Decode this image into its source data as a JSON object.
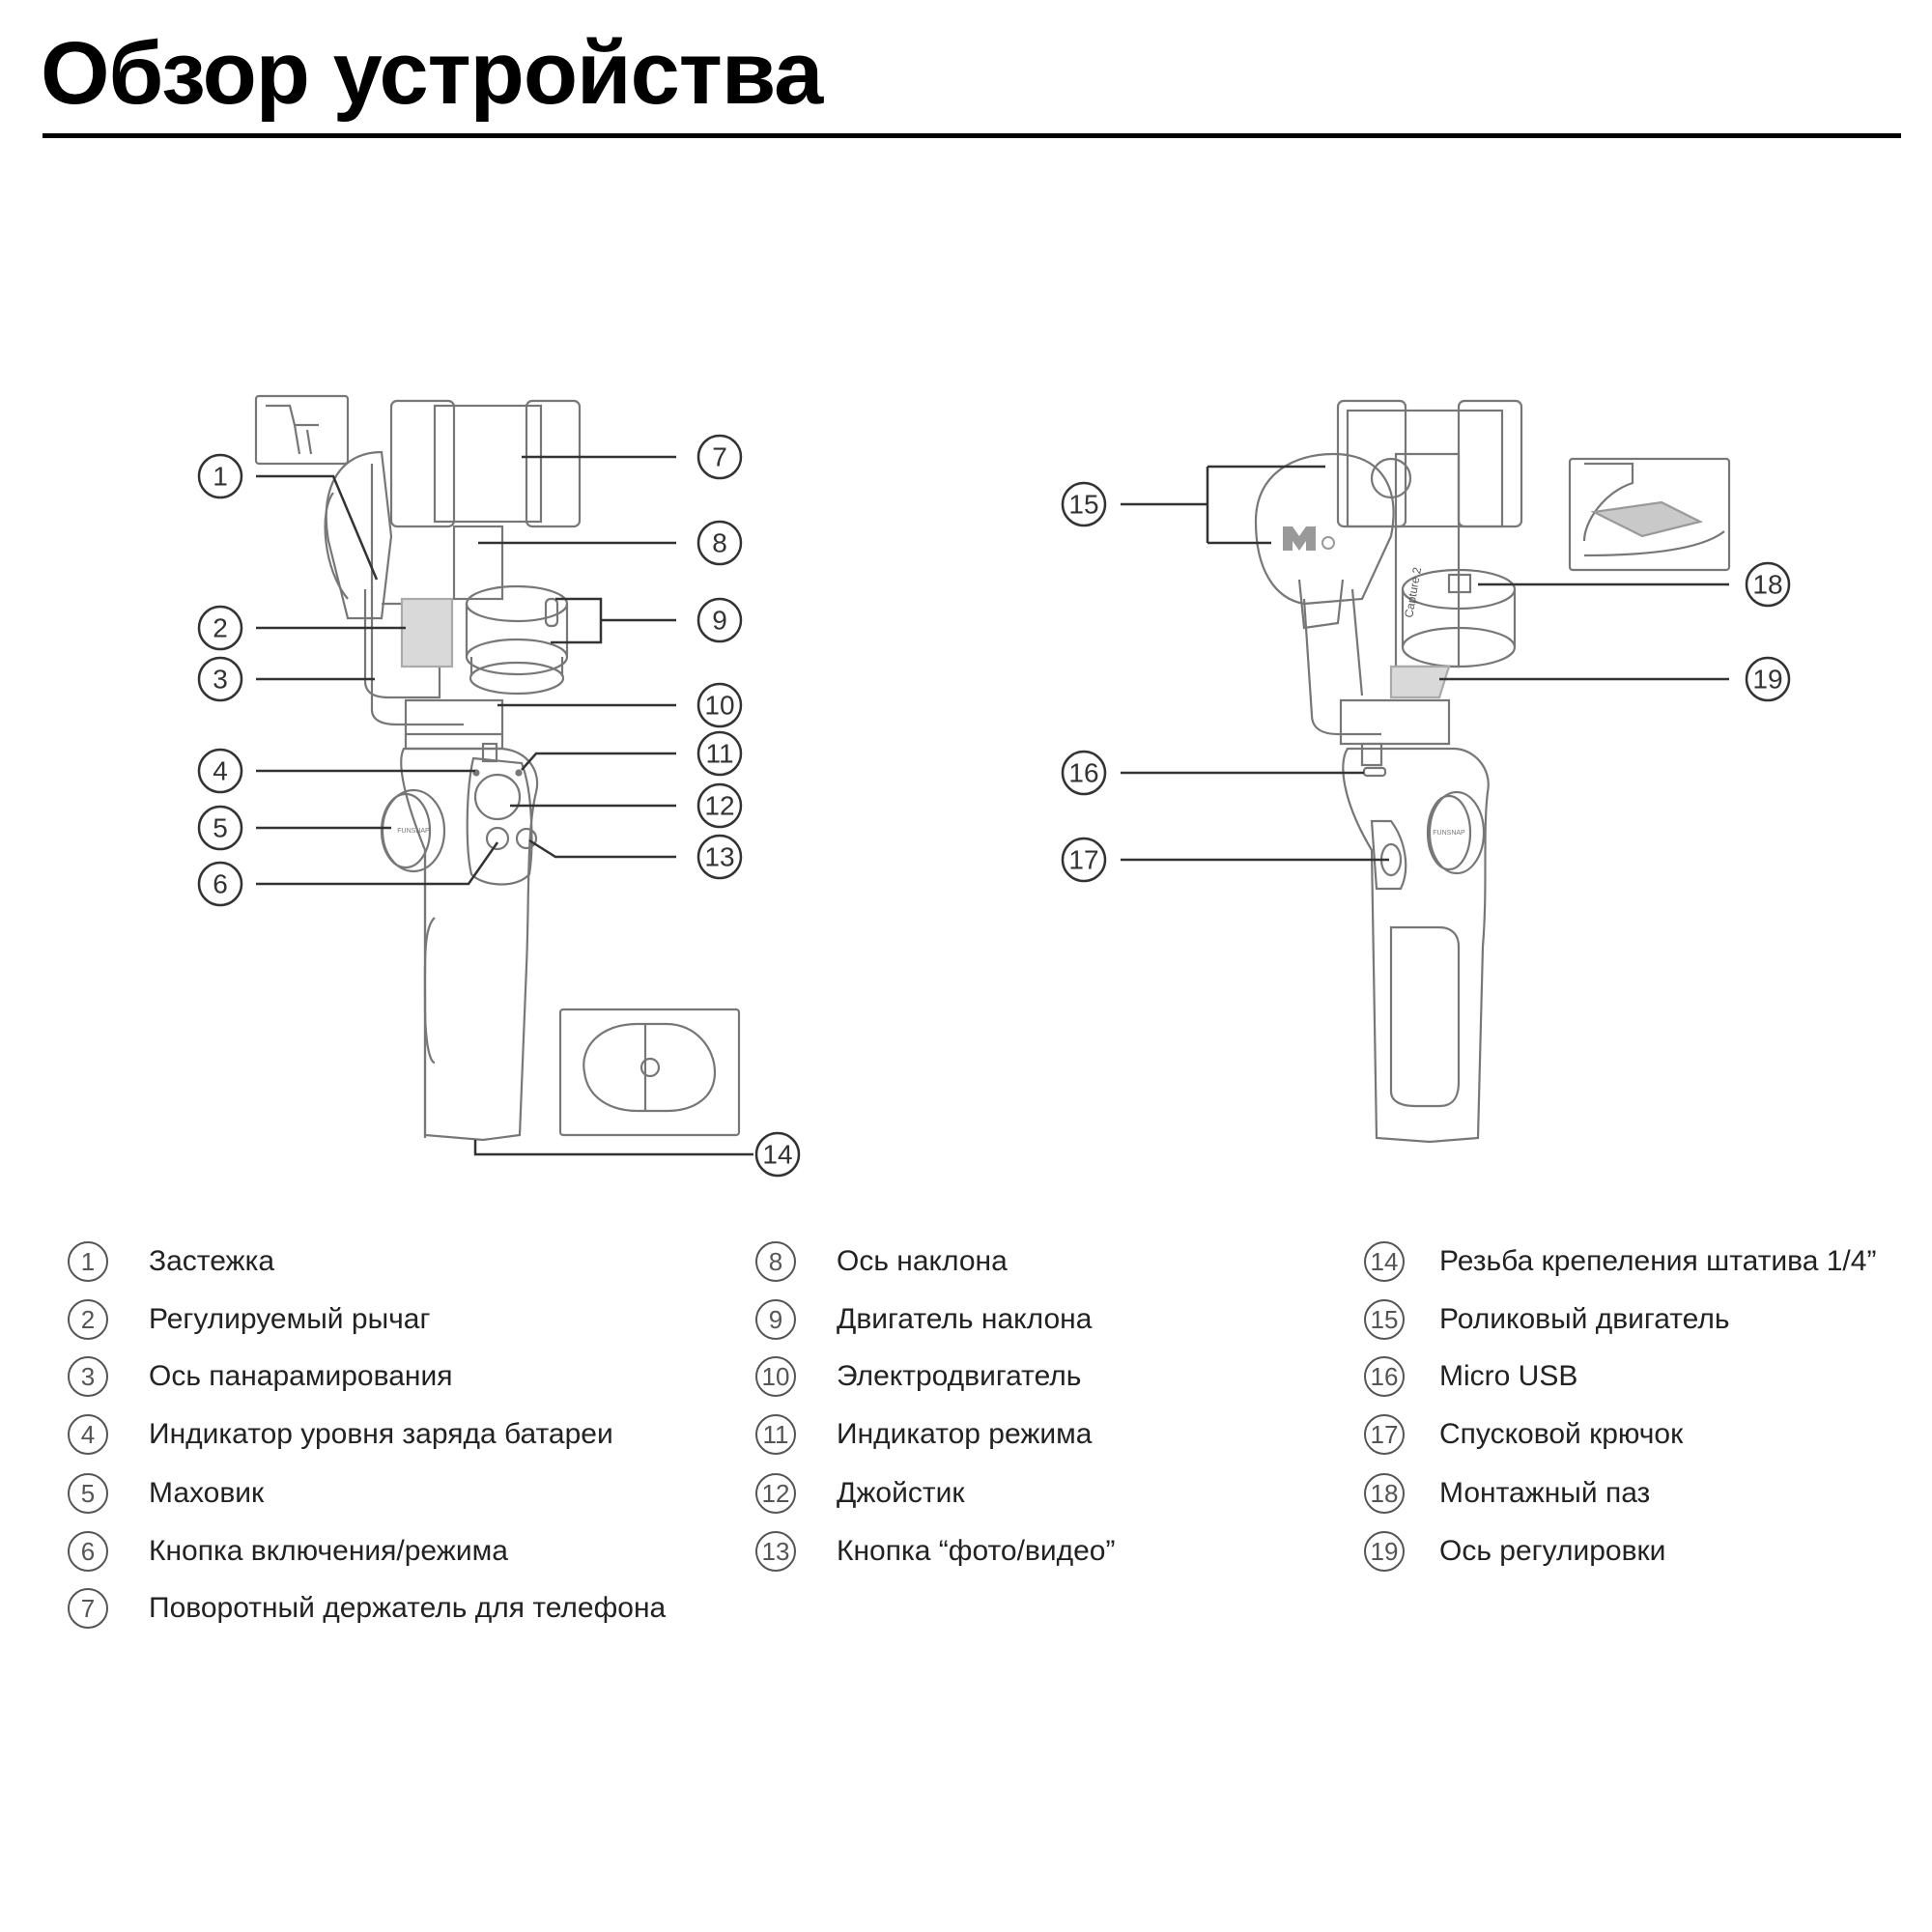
{
  "page": {
    "title": "Обзор устройства",
    "brand_label": "FUNSNAP",
    "model_label": "Capture 2"
  },
  "callouts": [
    "1",
    "2",
    "3",
    "4",
    "5",
    "6",
    "7",
    "8",
    "9",
    "10",
    "11",
    "12",
    "13",
    "14",
    "15",
    "16",
    "17",
    "18",
    "19"
  ],
  "legend": [
    {
      "num": "1",
      "label": "Застежка"
    },
    {
      "num": "2",
      "label": "Регулируемый рычаг"
    },
    {
      "num": "3",
      "label": "Ось панарамирования"
    },
    {
      "num": "4",
      "label": "Индикатор уровня заряда батареи"
    },
    {
      "num": "5",
      "label": "Маховик"
    },
    {
      "num": "6",
      "label": "Кнопка включения/режима"
    },
    {
      "num": "7",
      "label": "Поворотный держатель для телефона"
    },
    {
      "num": "8",
      "label": "Ось наклона"
    },
    {
      "num": "9",
      "label": "Двигатель наклона"
    },
    {
      "num": "10",
      "label": "Электродвигатель"
    },
    {
      "num": "11",
      "label": "Индикатор режима"
    },
    {
      "num": "12",
      "label": "Джойстик"
    },
    {
      "num": "13",
      "label": "Кнопка “фото/видео”"
    },
    {
      "num": "14",
      "label": "Резьба крепеления штатива 1/4”"
    },
    {
      "num": "15",
      "label": "Роликовый двигатель"
    },
    {
      "num": "16",
      "label": "Micro USB"
    },
    {
      "num": "17",
      "label": "Спусковой крючок"
    },
    {
      "num": "18",
      "label": "Монтажный паз"
    },
    {
      "num": "19",
      "label": "Ось регулировки"
    }
  ]
}
